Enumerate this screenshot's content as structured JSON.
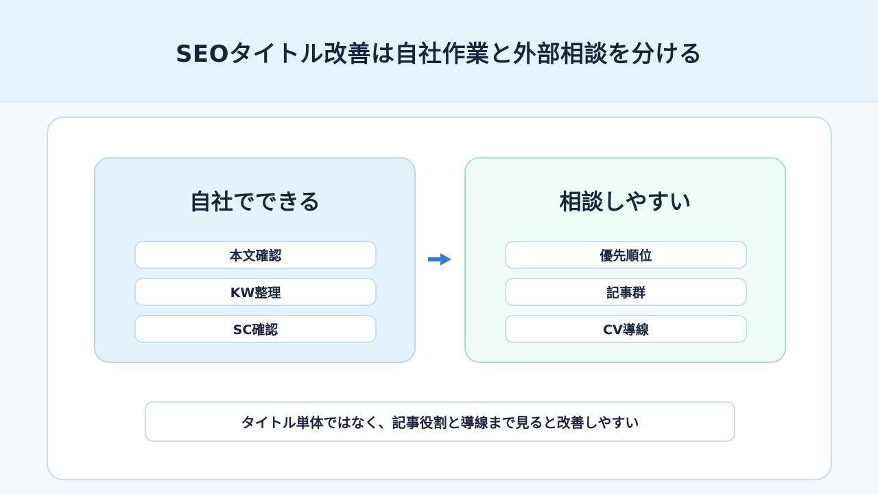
{
  "title": "SEOタイトル改善は自社作業と外部相談を分ける",
  "left_panel": {
    "heading": "自社でできる",
    "items": [
      "本文確認",
      "KW整理",
      "SC確認"
    ]
  },
  "right_panel": {
    "heading": "相談しやすい",
    "items": [
      "優先順位",
      "記事群",
      "CV導線"
    ]
  },
  "arrow_icon": "arrow-right-icon",
  "note": "タイトル単体ではなく、記事役割と導線まで見ると改善しやすい",
  "colors": {
    "header_bg": "#e6f3fc",
    "left_panel_bg": "#e6f2fb",
    "right_panel_bg": "#effcf5",
    "arrow": "#2f7be0",
    "text": "#16243f"
  }
}
